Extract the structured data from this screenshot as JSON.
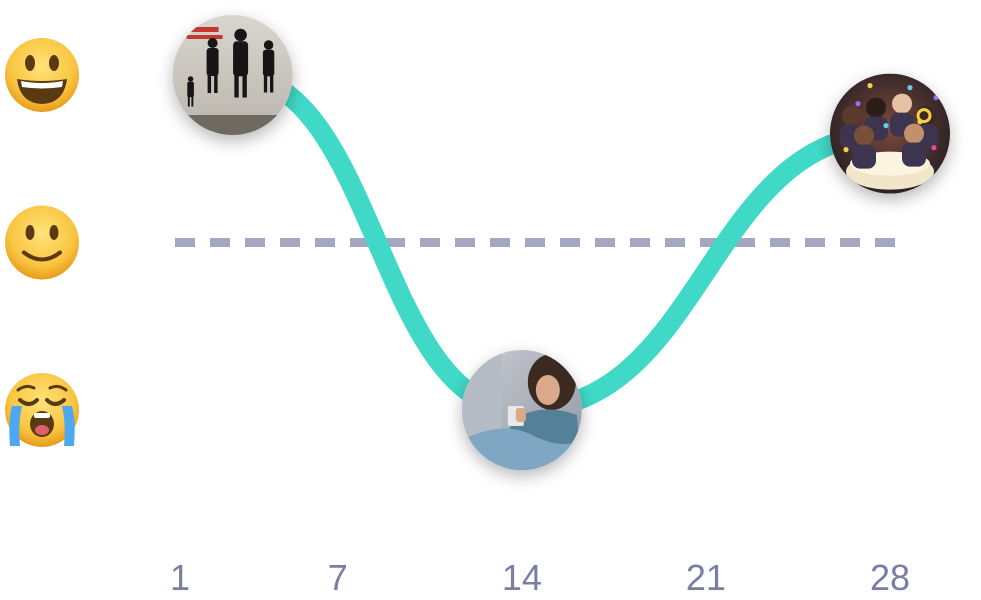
{
  "chart_data": {
    "type": "line",
    "x_ticks": [
      1,
      7,
      14,
      21,
      28
    ],
    "y_levels": [
      {
        "mood": "happy",
        "icon": "grinning-face-icon"
      },
      {
        "mood": "neutral",
        "icon": "slightly-smiling-face-icon"
      },
      {
        "mood": "sad",
        "icon": "loudly-crying-face-icon"
      }
    ],
    "series": [
      {
        "points": [
          {
            "x": 3,
            "y": 2,
            "thumbnail": "band-album-cover-photo"
          },
          {
            "x": 14,
            "y": 0,
            "thumbnail": "crying-woman-under-blanket-photo"
          },
          {
            "x": 28,
            "y": 1.65,
            "thumbnail": "party-celebration-photo"
          }
        ]
      }
    ],
    "baseline": {
      "y": 1,
      "style": "dashed"
    },
    "xlim": [
      1,
      28
    ],
    "ylim": [
      0,
      2
    ],
    "grid": false,
    "colors": {
      "line": "#40d9c8",
      "baseline": "#a5a6c2",
      "tick_label": "#7a7ea3",
      "emoji_face": "#f9c540",
      "emoji_face_dark": "#e89a1a",
      "emoji_features": "#5a3a12",
      "tear": "#4ea8f0"
    }
  }
}
